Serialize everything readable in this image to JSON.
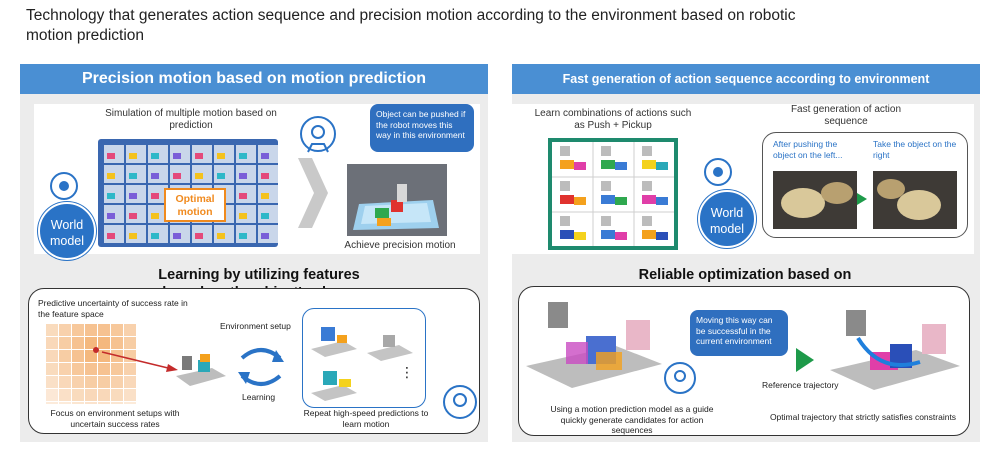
{
  "title": "Technology that generates action sequence and precision motion according to the environment based on robotic motion prediction",
  "left": {
    "header": "Precision motion based on motion prediction",
    "sim_label": "Simulation of multiple motion based on prediction",
    "optimal_label": "Optimal motion",
    "world_model": "World model",
    "bubble": "Object can be pushed if the robot moves this way in this environment",
    "achieve_label": "Achieve precision motion",
    "subtitle": "Learning by utilizing features based on the object's shape",
    "uncertainty_label": "Predictive uncertainty of success rate in the feature space",
    "env_setup": "Environment setup",
    "learning": "Learning",
    "focus_label": "Focus on environment setups with uncertain success rates",
    "repeat_label": "Repeat high-speed predictions to learn motion",
    "dots": "⋮",
    "colors": {
      "header": "#4a8fd3",
      "optimal_box": "#f08a1e",
      "grid_frame": "#3a67b0",
      "heatmap": "#f3b070"
    }
  },
  "right": {
    "header": "Fast generation of action sequence according to environment",
    "learn_label": "Learn combinations of actions such as Push + Pickup",
    "fast_label": "Fast generation of action sequence",
    "after_push": "After pushing the object on the left...",
    "take_right": "Take the object on the right",
    "world_model": "World model",
    "subtitle": "Reliable optimization based on generated action sequence",
    "bubble": "Moving this way can be successful in the current environment",
    "reference": "Reference trajectory",
    "guide_label": "Using a motion prediction model as a guide quickly generate candidates for action sequences",
    "optimal_traj": "Optimal trajectory that strictly satisfies constraints",
    "colors": {
      "header": "#4a8fd3",
      "grid_frame": "#1e8a6e",
      "arrow_green": "#1e9a4a"
    }
  }
}
